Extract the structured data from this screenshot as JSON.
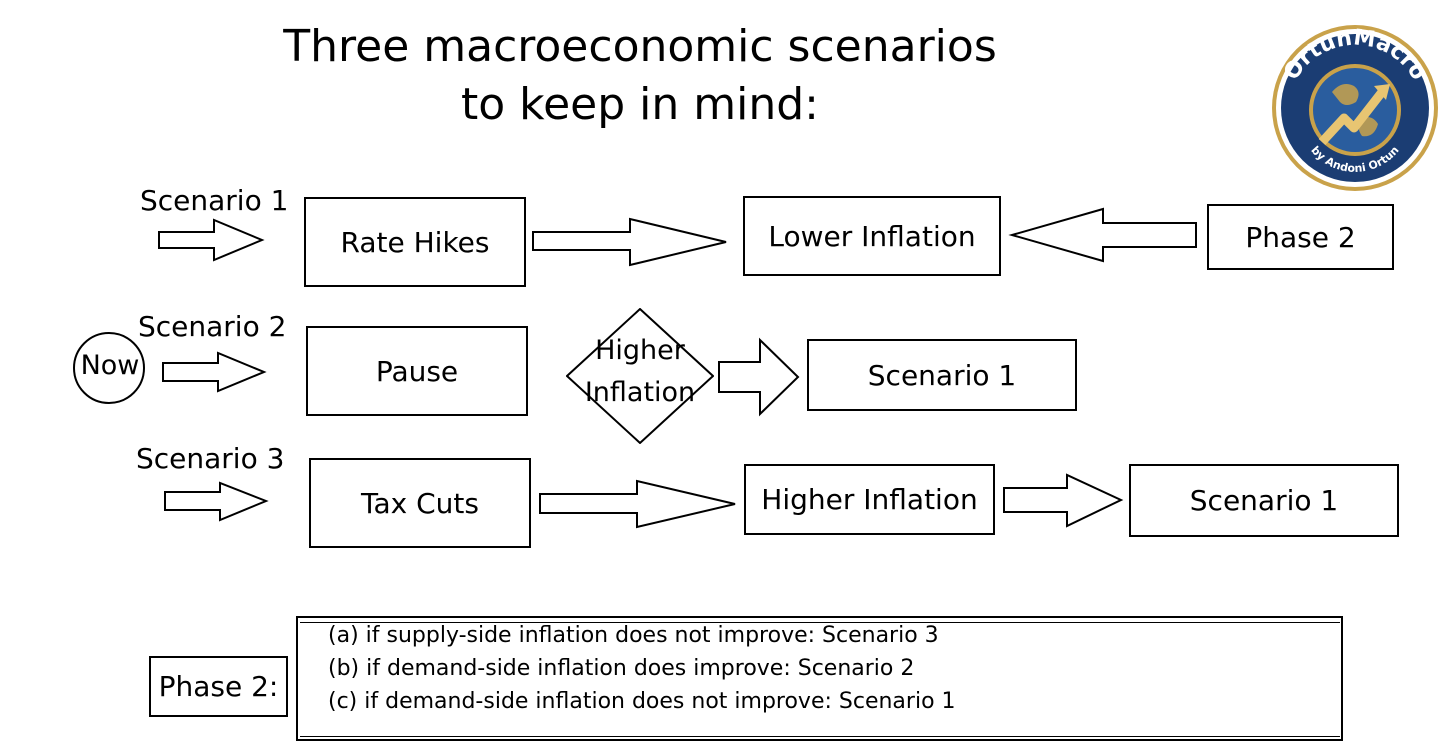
{
  "title": "Three macroeconomic scenarios\nto keep in mind:",
  "logo": {
    "brand": "OrtunMacro",
    "byline": "by Andoni Ortun",
    "colors": {
      "ring": "#1b3d73",
      "gold": "#c9a24a",
      "globe": "#2a5d9e"
    }
  },
  "now_label": "Now",
  "scenario_1": {
    "label": "Scenario 1",
    "steps": [
      "Rate Hikes",
      "Lower Inflation"
    ],
    "phase_box": "Phase 2"
  },
  "scenario_2": {
    "label": "Scenario 2",
    "step": "Pause",
    "decision": "Higher\nInflation",
    "outcome": "Scenario 1"
  },
  "scenario_3": {
    "label": "Scenario 3",
    "steps": [
      "Tax Cuts",
      "Higher Inflation",
      "Scenario 1"
    ]
  },
  "phase2": {
    "label": "Phase 2:",
    "notes": [
      "(a) if supply-side inflation does not improve: Scenario 3",
      "(b) if demand-side inflation does improve: Scenario 2",
      "(c) if demand-side inflation does not improve: Scenario 1"
    ]
  }
}
